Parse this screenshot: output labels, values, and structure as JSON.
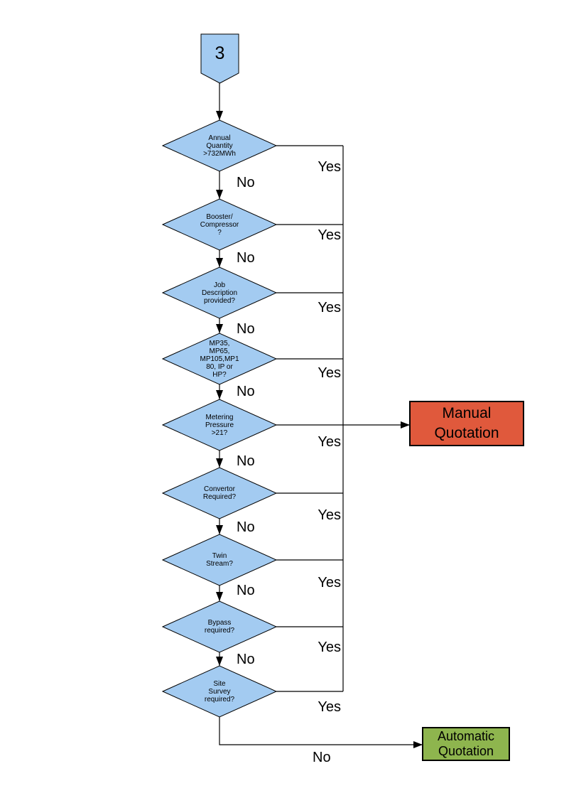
{
  "diagram": {
    "connector": {
      "label": "3"
    },
    "decisions": [
      {
        "id": "annual-quantity",
        "label": "Annual\nQuantity\n>732MWh"
      },
      {
        "id": "booster-compressor",
        "label": "Booster/\nCompressor\n?"
      },
      {
        "id": "job-description",
        "label": "Job\nDescription\nprovided?"
      },
      {
        "id": "meter-model",
        "label": "MP35,\nMP65,\nMP105,MP1\n80, IP or\nHP?"
      },
      {
        "id": "metering-pressure",
        "label": "Metering\nPressure\n>21?"
      },
      {
        "id": "convertor",
        "label": "Convertor\nRequired?"
      },
      {
        "id": "twin-stream",
        "label": "Twin\nStream?"
      },
      {
        "id": "bypass",
        "label": "Bypass\nrequired?"
      },
      {
        "id": "site-survey",
        "label": "Site\nSurvey\nrequired?"
      }
    ],
    "edge_labels": {
      "yes": "Yes",
      "no": "No"
    },
    "outcomes": {
      "manual": {
        "label": "Manual\nQuotation",
        "fill": "#e0593c"
      },
      "automatic": {
        "label": "Automatic\nQuotation",
        "fill": "#8eb54e"
      }
    },
    "colors": {
      "decision_fill": "#a3cbf1",
      "outline": "#000000"
    }
  }
}
